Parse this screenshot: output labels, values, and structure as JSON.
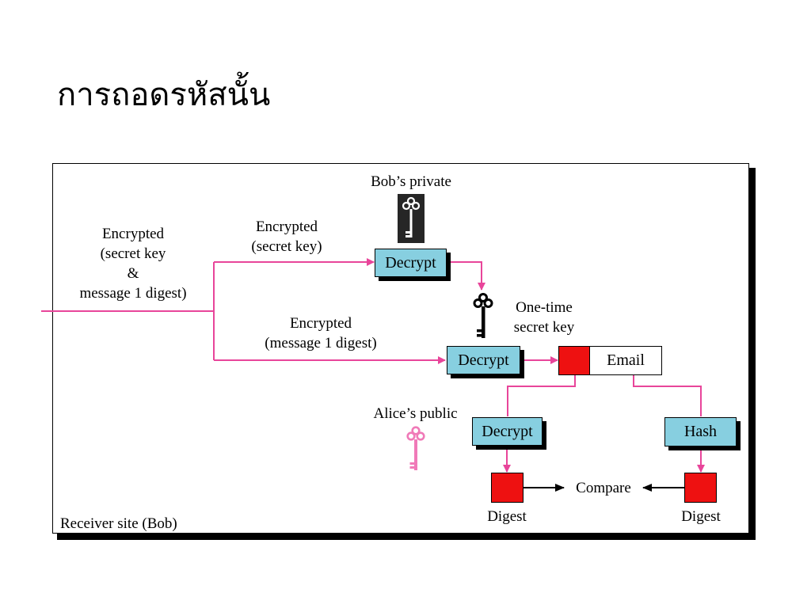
{
  "title": "การถอดรหัสนั้น",
  "labels": {
    "incoming": [
      "Encrypted",
      "(secret key",
      "&",
      "message 1 digest)"
    ],
    "enc_secret_key": [
      "Encrypted",
      "(secret key)"
    ],
    "enc_msg_digest": [
      "Encrypted",
      "(message 1 digest)"
    ],
    "bobs_private": "Bob’s private",
    "one_time_key": [
      "One-time",
      "secret key"
    ],
    "alices_public": "Alice’s public",
    "compare": "Compare",
    "digest_left": "Digest",
    "digest_right": "Digest",
    "receiver_site": "Receiver site (Bob)"
  },
  "boxes": {
    "decrypt_top": "Decrypt",
    "decrypt_mid": "Decrypt",
    "email": "Email",
    "decrypt_bottom": "Decrypt",
    "hash": "Hash"
  },
  "colors": {
    "arrow_pink": "#e8459a",
    "box_blue": "#87cfe0",
    "digest_red": "#ee1111",
    "key_pink": "#f07ab8"
  },
  "icons": [
    "bob-private-key-icon",
    "one-time-secret-key-icon",
    "alice-public-key-icon"
  ]
}
